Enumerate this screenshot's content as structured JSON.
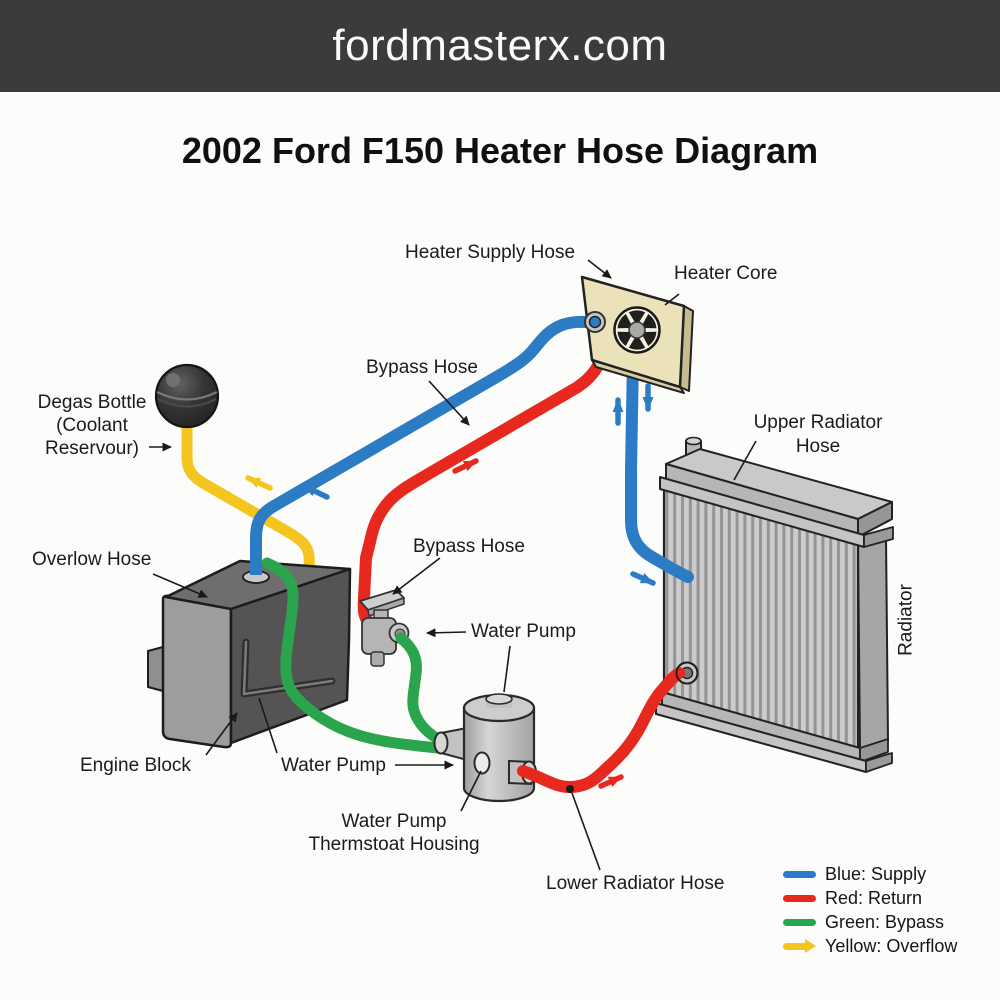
{
  "header": {
    "site_name": "fordmasterx.com",
    "bg_color": "#3b3b3b",
    "text_color": "#fafafa"
  },
  "title": "2002 Ford F150 Heater Hose Diagram",
  "diagram": {
    "labels": {
      "heater_supply_hose": "Heater Supply Hose",
      "heater_core": "Heater Core",
      "bypass_hose_top": "Bypass Hose",
      "degas_bottle": "Degas Bottle\n(Coolant\nReservour)",
      "overflow_hose": "Overlow Hose",
      "bypass_hose_mid": "Bypass Hose",
      "upper_radiator_hose": "Upper Radiator\nHose",
      "radiator": "Radiator",
      "engine_block": "Engine Block",
      "water_pump_upper": "Water Pump",
      "water_pump_lower": "Water Pump",
      "water_pump_thermostat_housing": "Water Pump\nThermstoat Housing",
      "lower_radiator_hose": "Lower Radiator Hose"
    },
    "hose_colors": {
      "supply_blue": "#2b7cc4",
      "return_red": "#e6281e",
      "bypass_green": "#2aa54e",
      "overflow_yellow": "#f3c51e"
    }
  },
  "legend": {
    "items": [
      {
        "label": "Blue: Supply",
        "color": "#2b7cc4"
      },
      {
        "label": "Red: Return",
        "color": "#e6281e"
      },
      {
        "label": "Green: Bypass",
        "color": "#2aa54e"
      },
      {
        "label": "Yellow: Overflow",
        "color": "#f3c51e"
      }
    ]
  }
}
